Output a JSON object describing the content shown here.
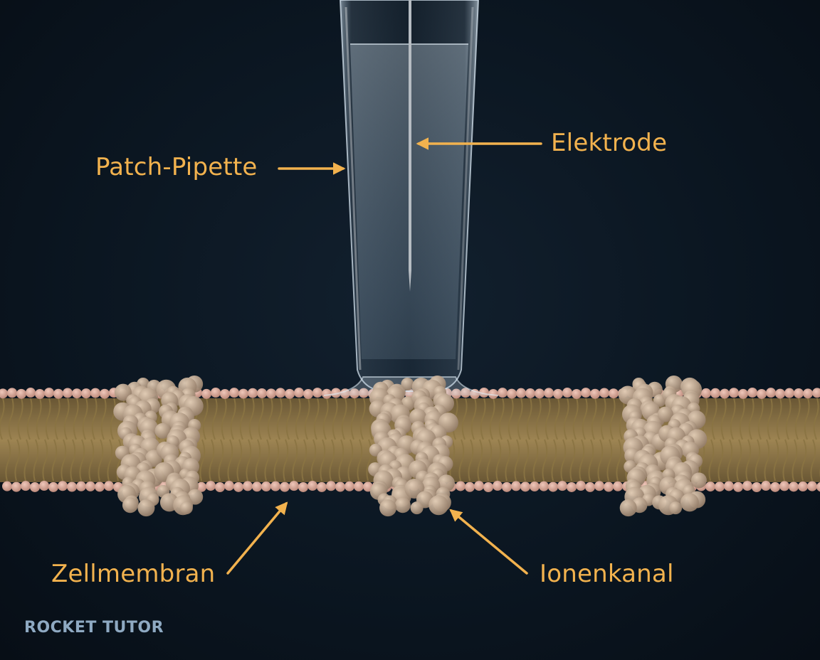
{
  "labels": {
    "pipette": "Patch-Pipette",
    "electrode": "Elektrode",
    "membrane": "Zellmembran",
    "channel": "Ionenkanal"
  },
  "logo": {
    "text": "ROCKET TUTOR"
  },
  "colors": {
    "background": "#0b1621",
    "label": "#f2b24e",
    "arrow": "#f2b24e",
    "lipid_head": "#d9a898",
    "lipid_tail": "#b59a63",
    "protein": "#c9b199",
    "logo": "#8ea9c2"
  },
  "icons": [
    "pipette-shape",
    "electrode-wire",
    "lipid-bilayer",
    "ion-channel-protein",
    "arrow"
  ]
}
